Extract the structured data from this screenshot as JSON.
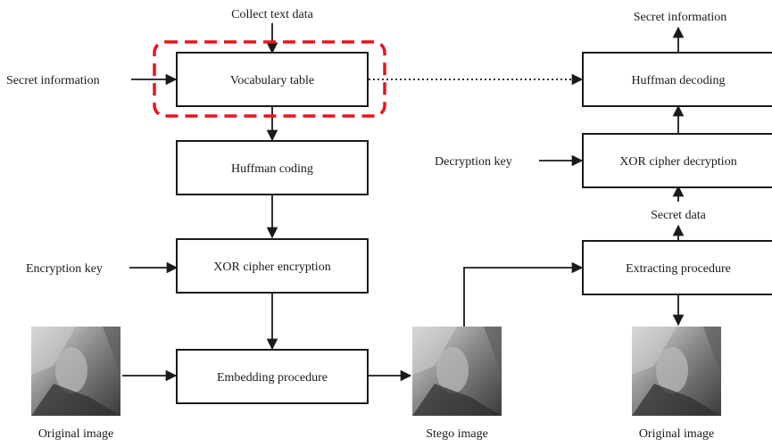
{
  "top_label": "Collect text data",
  "left_secret": "Secret information",
  "enc_key": "Encryption key",
  "dec_key": "Decryption key",
  "boxes": {
    "vocab": "Vocabulary table",
    "huffman_coding": "Huffman coding",
    "xor_enc": "XOR cipher encryption",
    "embedding": "Embedding procedure",
    "huffman_decoding": "Huffman decoding",
    "xor_dec": "XOR cipher decryption",
    "extracting": "Extracting procedure"
  },
  "right_secret": "Secret information",
  "secret_data": "Secret data",
  "images": {
    "original_left": "Original image",
    "stego": "Stego image",
    "original_right": "Original image"
  },
  "colors": {
    "highlight": "#e8141e",
    "line": "#1a1a1a"
  }
}
